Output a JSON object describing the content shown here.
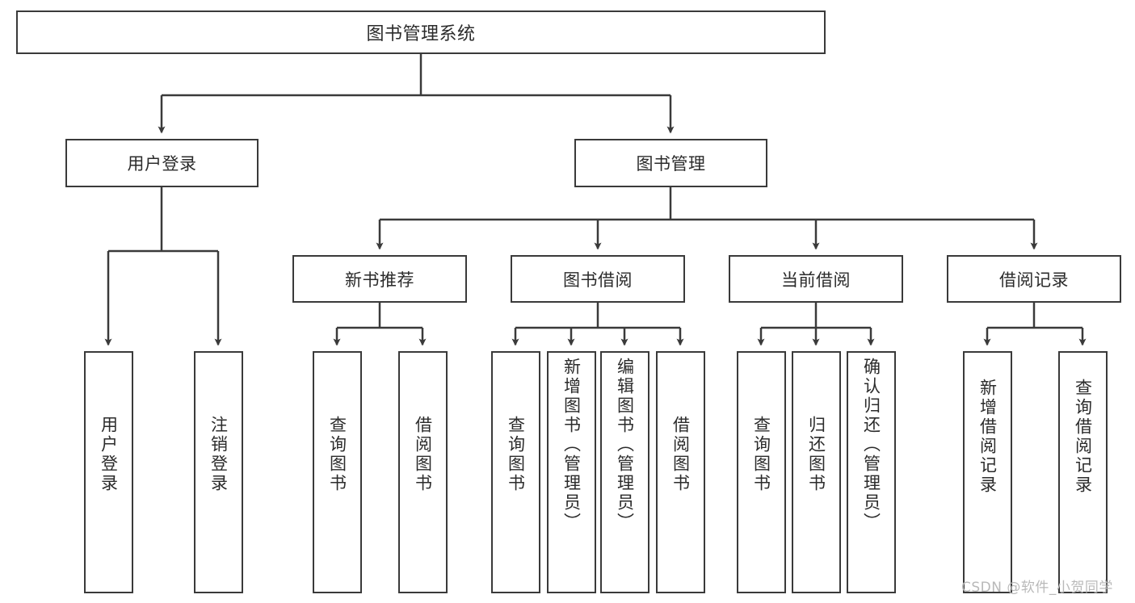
{
  "diagram": {
    "title": "图书管理系统",
    "type": "tree-hierarchy",
    "nodes": {
      "root": {
        "label": "图书管理系统"
      },
      "user_login": {
        "label": "用户登录"
      },
      "book_manage": {
        "label": "图书管理"
      },
      "new_book_rec": {
        "label": "新书推荐"
      },
      "book_borrow": {
        "label": "图书借阅"
      },
      "current_borrow": {
        "label": "当前借阅"
      },
      "borrow_record": {
        "label": "借阅记录"
      },
      "leaf_user_login": {
        "label": "用户登录"
      },
      "leaf_logout": {
        "label": "注销登录"
      },
      "leaf_query_book_1": {
        "label": "查询图书"
      },
      "leaf_borrow_book_1": {
        "label": "借阅图书"
      },
      "leaf_query_book_2": {
        "label": "查询图书"
      },
      "leaf_add_book": {
        "label": "新增图书（管理员）"
      },
      "leaf_edit_book": {
        "label": "编辑图书（管理员）"
      },
      "leaf_borrow_book_2": {
        "label": "借阅图书"
      },
      "leaf_query_book_3": {
        "label": "查询图书"
      },
      "leaf_return_book": {
        "label": "归还图书"
      },
      "leaf_confirm_return": {
        "label": "确认归还（管理员）"
      },
      "leaf_add_record": {
        "label": "新增借阅记录"
      },
      "leaf_query_record": {
        "label": "查询借阅记录"
      }
    },
    "edges": [
      {
        "from": "root",
        "to": "user_login"
      },
      {
        "from": "root",
        "to": "book_manage"
      },
      {
        "from": "user_login",
        "to": "leaf_user_login"
      },
      {
        "from": "user_login",
        "to": "leaf_logout"
      },
      {
        "from": "book_manage",
        "to": "new_book_rec"
      },
      {
        "from": "book_manage",
        "to": "book_borrow"
      },
      {
        "from": "book_manage",
        "to": "current_borrow"
      },
      {
        "from": "book_manage",
        "to": "borrow_record"
      },
      {
        "from": "new_book_rec",
        "to": "leaf_query_book_1"
      },
      {
        "from": "new_book_rec",
        "to": "leaf_borrow_book_1"
      },
      {
        "from": "book_borrow",
        "to": "leaf_query_book_2"
      },
      {
        "from": "book_borrow",
        "to": "leaf_add_book"
      },
      {
        "from": "book_borrow",
        "to": "leaf_edit_book"
      },
      {
        "from": "book_borrow",
        "to": "leaf_borrow_book_2"
      },
      {
        "from": "current_borrow",
        "to": "leaf_query_book_3"
      },
      {
        "from": "current_borrow",
        "to": "leaf_return_book"
      },
      {
        "from": "current_borrow",
        "to": "leaf_confirm_return"
      },
      {
        "from": "borrow_record",
        "to": "leaf_add_record"
      },
      {
        "from": "borrow_record",
        "to": "leaf_query_record"
      }
    ],
    "colors": {
      "stroke": "#3a3a3a",
      "fill": "#ffffff",
      "text": "#2b2b2b",
      "watermark": "#b9b9b9"
    }
  },
  "watermark": {
    "text": "CSDN @软件_小贺同学"
  }
}
